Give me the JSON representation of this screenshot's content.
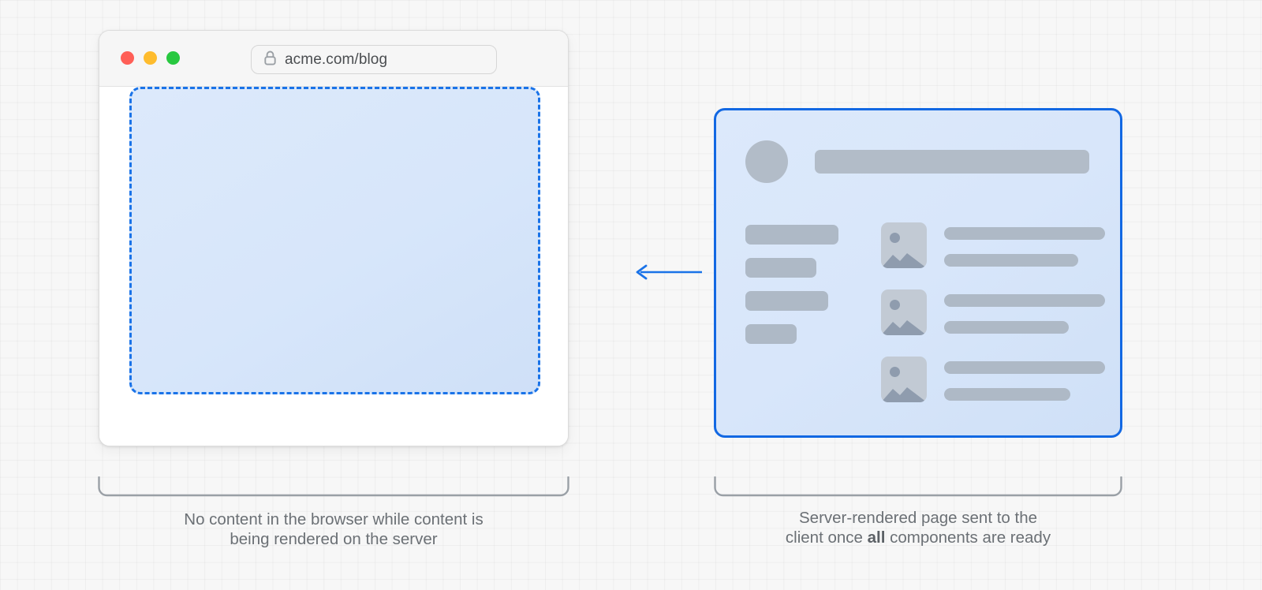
{
  "browser": {
    "url": "acme.com/blog",
    "lock_icon": "lock-icon",
    "traffic_lights": [
      {
        "name": "close",
        "color": "#ff5f57"
      },
      {
        "name": "minimize",
        "color": "#febc2e"
      },
      {
        "name": "maximize",
        "color": "#28c840"
      }
    ],
    "viewport_state": "empty-skeleton-placeholder"
  },
  "server_card": {
    "accent_color": "#1268e3",
    "fill_color": "#d8e6fa",
    "skeleton_color": "#aeb9c6",
    "header": {
      "avatar": "avatar-placeholder",
      "title_bar": "header-bar-placeholder"
    },
    "side_bars": [
      118,
      90,
      105,
      65
    ],
    "media_rows": [
      {
        "thumbnail": "image-placeholder-icon",
        "lines": [
          204,
          170
        ]
      },
      {
        "thumbnail": "image-placeholder-icon",
        "lines": [
          204,
          158
        ]
      },
      {
        "thumbnail": "image-placeholder-icon",
        "lines": [
          204,
          160
        ]
      }
    ]
  },
  "arrow": {
    "name": "flow-arrow-right-to-left",
    "direction": "left",
    "color": "#1a73e8"
  },
  "captions": {
    "left": {
      "line1": "No content in the browser while content is",
      "line2": "being rendered on the server"
    },
    "right": {
      "line1": "Server-rendered page sent to the",
      "line2_prefix": "client once ",
      "line2_bold": "all",
      "line2_suffix": " components are ready"
    }
  },
  "colors": {
    "background": "#f7f7f7",
    "grid_line": "rgba(0,0,0,0.035)",
    "accent_blue": "#1a73e8",
    "placeholder_fill": "#dce9fb",
    "caption_text": "#6b7075",
    "bracket": "#9aa0a6"
  }
}
